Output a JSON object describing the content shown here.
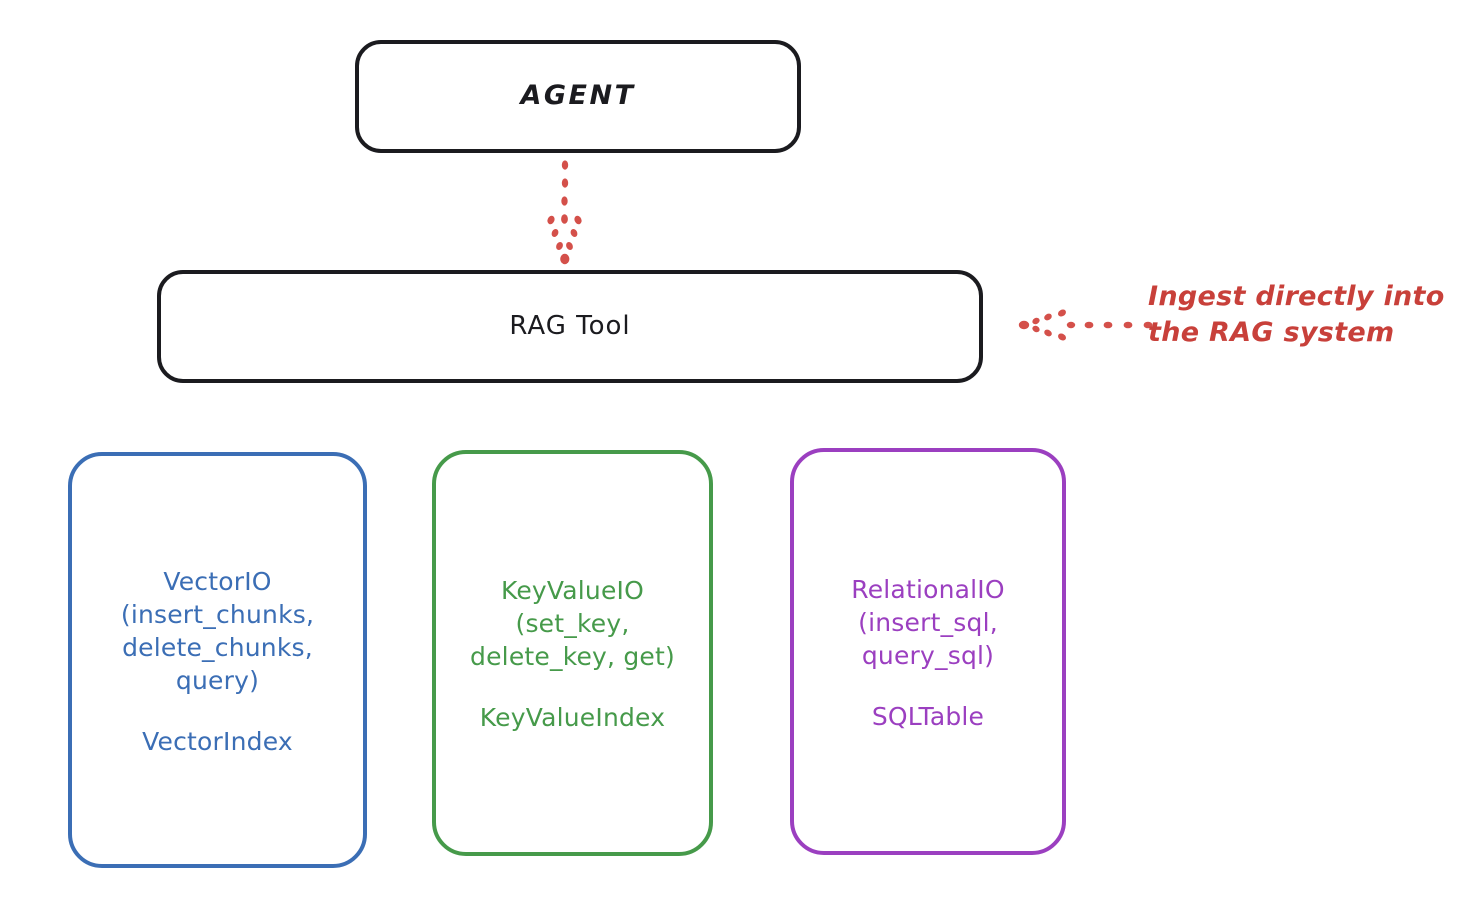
{
  "diagram": {
    "title": "RAG Tool architecture",
    "background_color": "#ffffff",
    "nodes": {
      "agent": {
        "label": "AGENT",
        "stroke_color": "#1b1b1f",
        "text_color": "#1b1b1f"
      },
      "rag_tool": {
        "label": "RAG Tool",
        "stroke_color": "#1b1b1f",
        "text_color": "#1b1b1f"
      },
      "vector_io": {
        "api_label": "VectorIO\n(insert_chunks,\ndelete_chunks,\nquery)",
        "index_label": "VectorIndex",
        "stroke_color": "#3b6eb5",
        "text_color": "#3b6eb5"
      },
      "key_value_io": {
        "api_label": "KeyValueIO\n(set_key,\ndelete_key, get)",
        "index_label": "KeyValueIndex",
        "stroke_color": "#469a4a",
        "text_color": "#469a4a"
      },
      "relational_io": {
        "api_label": "RelationalIO\n(insert_sql,\nquery_sql)",
        "index_label": "SQLTable",
        "stroke_color": "#9b3fc0",
        "text_color": "#9b3fc0"
      }
    },
    "annotations": {
      "ingest": {
        "text": "Ingest directly into\nthe RAG system",
        "color": "#c8403a"
      }
    },
    "edges": [
      {
        "name": "agent-to-rag-tool",
        "from": "agent",
        "to": "rag_tool",
        "style": "dotted",
        "color": "#d4504a",
        "direction": "down"
      },
      {
        "name": "ingest-to-rag-tool",
        "from": "ingest-annotation",
        "to": "rag_tool",
        "style": "dotted",
        "color": "#d4504a",
        "direction": "left"
      }
    ]
  }
}
